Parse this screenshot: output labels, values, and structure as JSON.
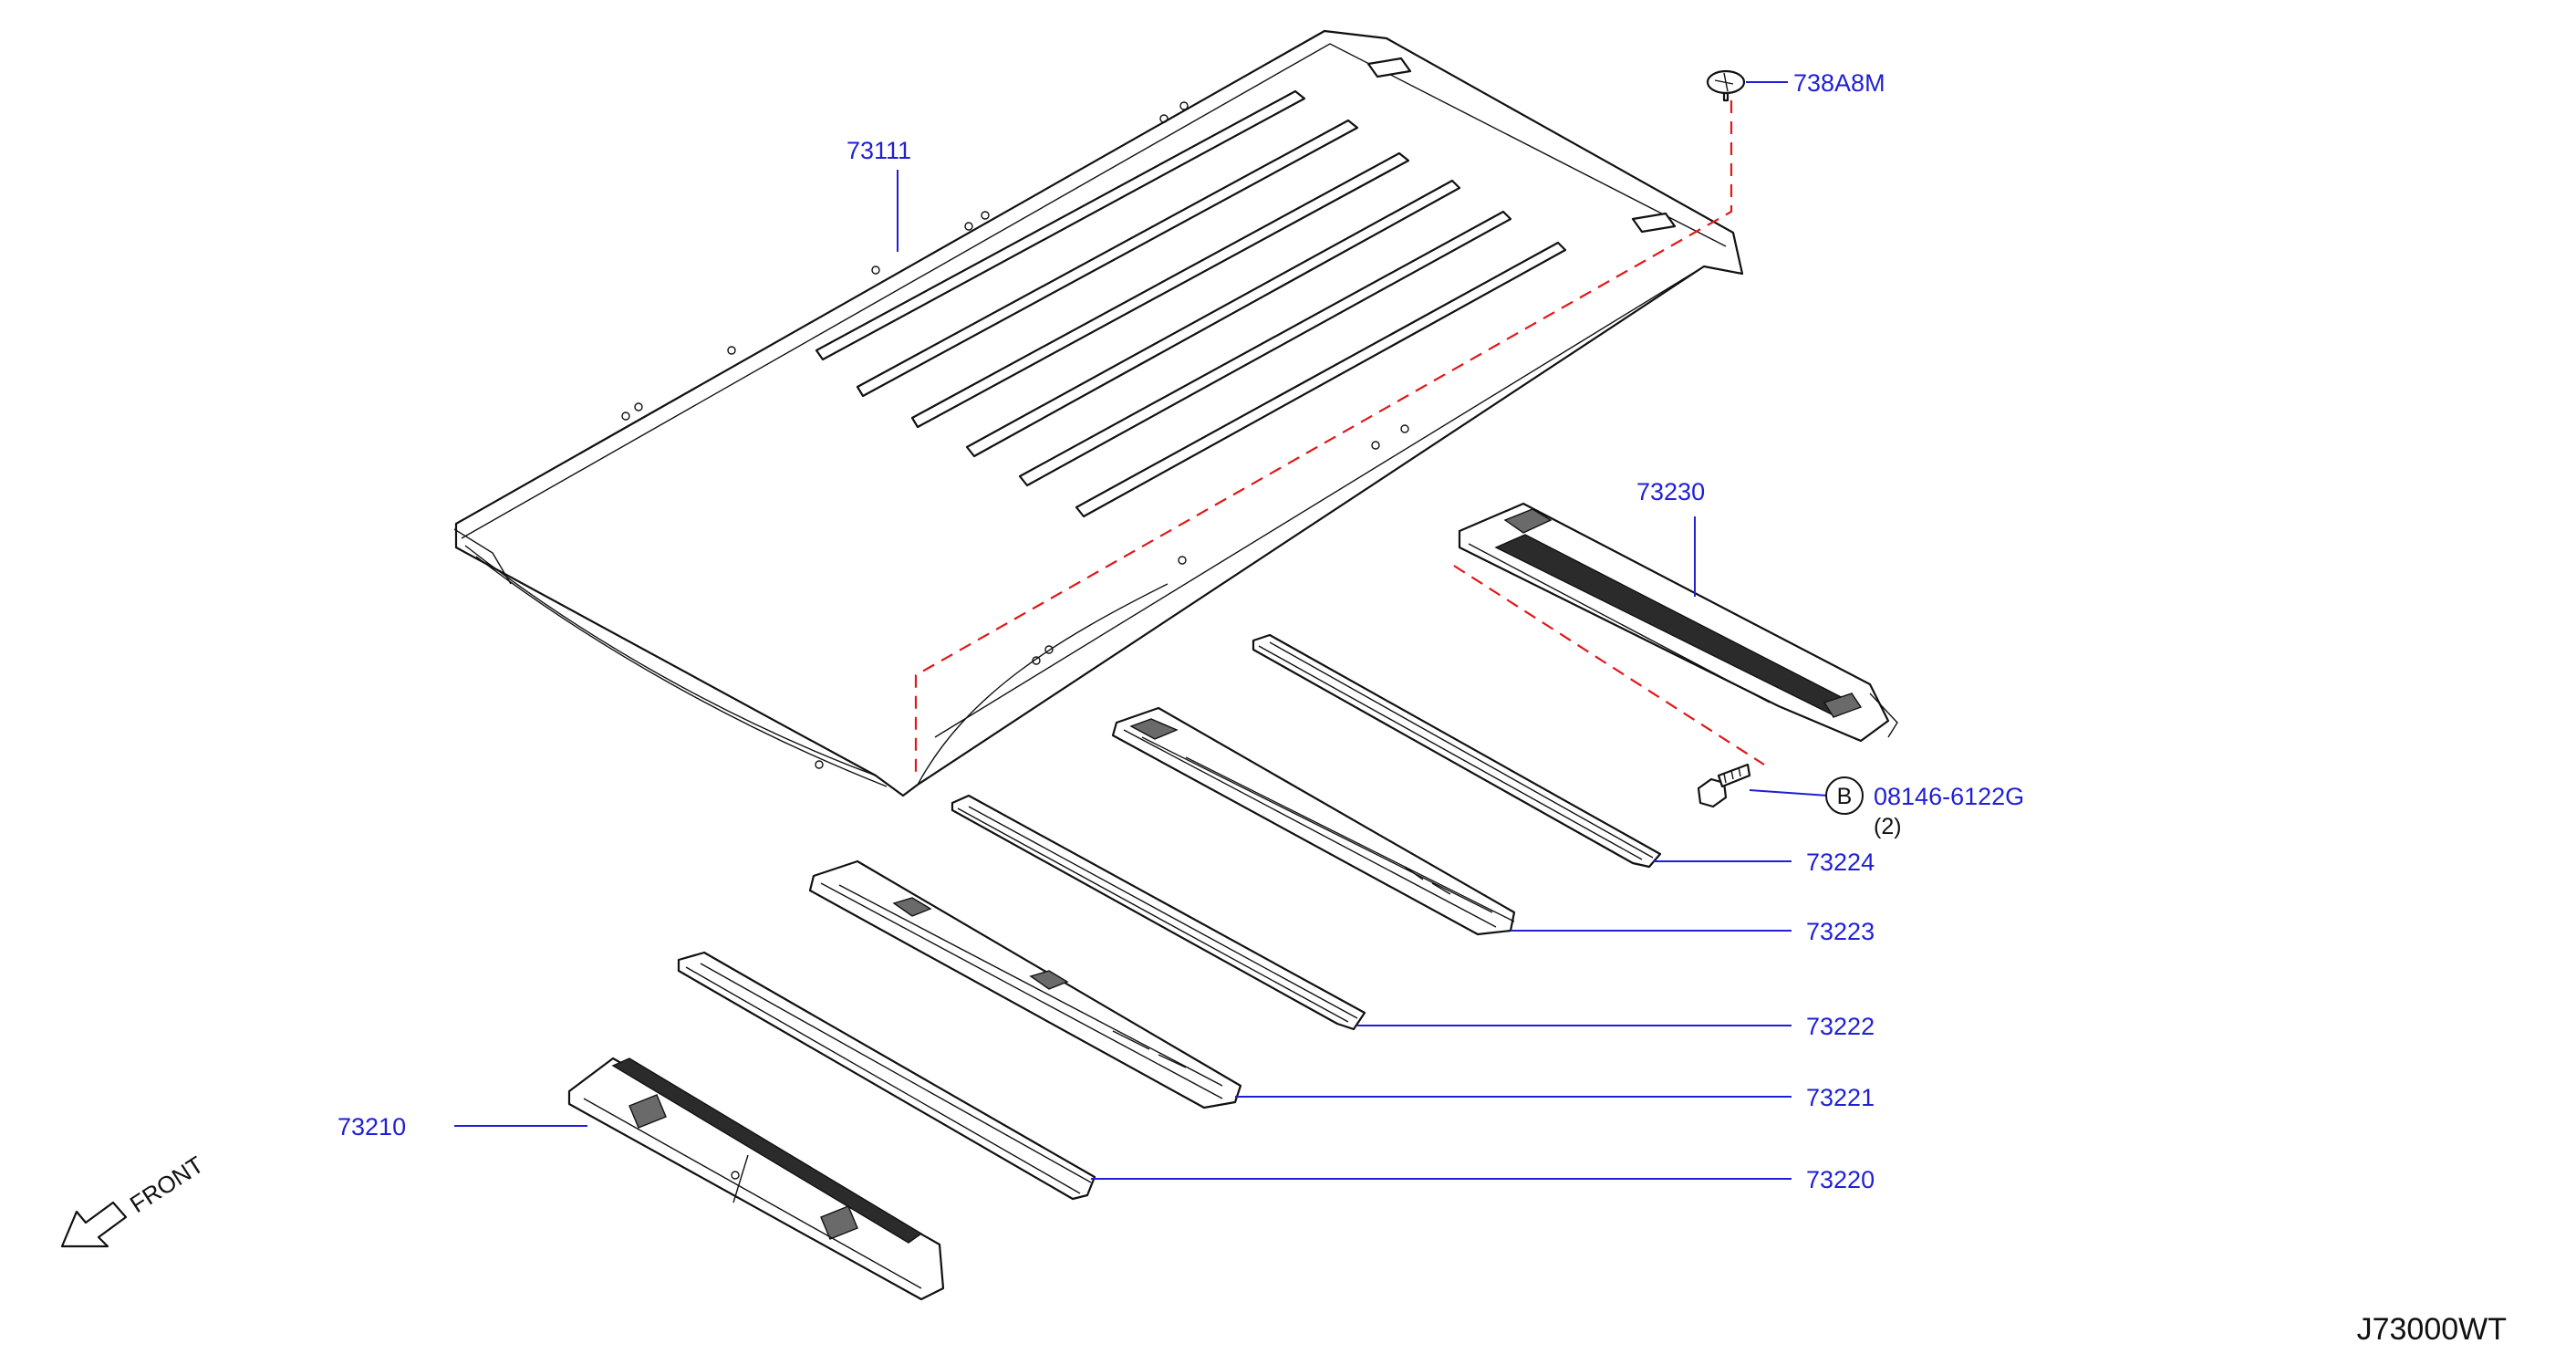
{
  "diagram_code": "J73000WT",
  "orientation": {
    "front_label": "FRONT"
  },
  "callouts": {
    "roof_panel": "73111",
    "roof_clip": "738A8M",
    "rear_rail": "73230",
    "bolt_marker": "B",
    "bolt_part": "08146-6122G",
    "bolt_qty": "(2)",
    "bow_4": "73224",
    "bow_3": "73223",
    "bow_2": "73222",
    "bow_1": "73221",
    "bow_0": "73220",
    "front_rail": "73210"
  },
  "colors": {
    "label_text": "#1f1fd6",
    "leader_lines": "#1f1fd6",
    "phantom_lines": "#e01818",
    "linework": "#111111"
  }
}
